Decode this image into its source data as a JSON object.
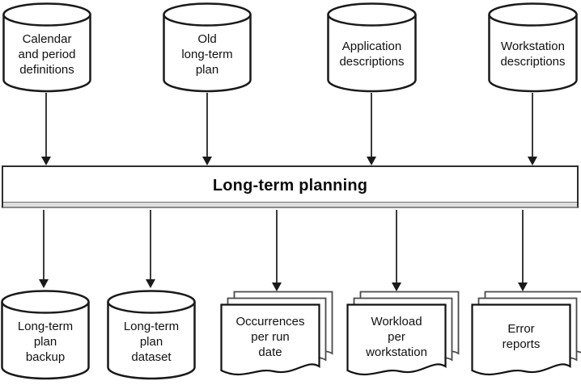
{
  "diagram": {
    "process": {
      "label": "Long-term planning",
      "shape": "rectangle"
    },
    "inputs": [
      {
        "label": "Calendar\nand period\ndefinitions",
        "shape": "database"
      },
      {
        "label": "Old\nlong-term\nplan",
        "shape": "database"
      },
      {
        "label": "Application\ndescriptions",
        "shape": "database"
      },
      {
        "label": "Workstation\ndescriptions",
        "shape": "database"
      }
    ],
    "outputs": [
      {
        "label": "Long-term\nplan\nbackup",
        "shape": "database"
      },
      {
        "label": "Long-term\nplan\ndataset",
        "shape": "database"
      },
      {
        "label": "Occurrences\nper run\ndate",
        "shape": "document-stack"
      },
      {
        "label": "Workload\nper\nworkstation",
        "shape": "document-stack"
      },
      {
        "label": "Error\nreports",
        "shape": "document-stack"
      }
    ],
    "colors": {
      "background": "#ffffff",
      "outline": "#1a1a1a",
      "back_sheet_outline": "#4a4a4a",
      "box_bevel": "#dedede"
    }
  }
}
